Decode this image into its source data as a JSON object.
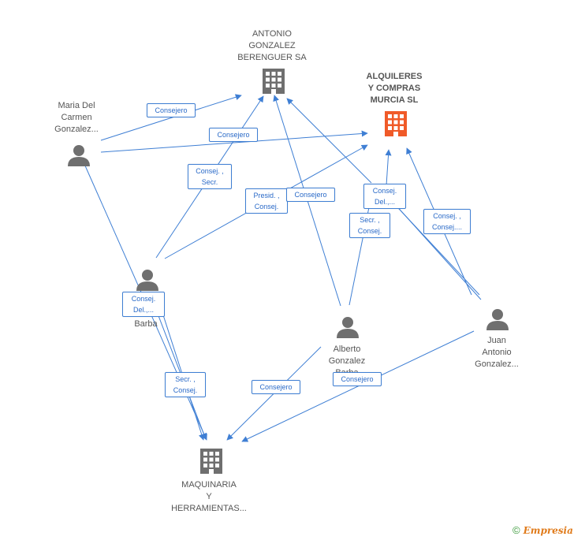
{
  "colors": {
    "edge": "#3f7fd4",
    "building": "#6f6f6f",
    "focus_building": "#f05a28",
    "person": "#6f6f6f"
  },
  "nodes": {
    "antonio_gonzalez_berenguer": {
      "name": "ANTONIO\nGONZALEZ\nBERENGUER SA",
      "icon": "building-icon"
    },
    "alquileres_compras_murcia": {
      "name": "ALQUILERES\nY COMPRAS\nMURCIA SL",
      "icon": "building-icon"
    },
    "maquinaria_herramientas": {
      "name": "MAQUINARIA\nY\nHERRAMIENTAS...",
      "icon": "building-icon"
    },
    "maria_del_carmen": {
      "name": "Maria Del\nCarmen\nGonzalez...",
      "icon": "person-icon"
    },
    "barba_person": {
      "name": "Barba",
      "icon": "person-icon"
    },
    "alberto_gonzalez": {
      "name": "Alberto\nGonzalez\nBarba",
      "icon": "person-icon"
    },
    "juan_antonio": {
      "name": "Juan\nAntonio\nGonzalez...",
      "icon": "person-icon"
    }
  },
  "edges": [
    {
      "label": "Consejero"
    },
    {
      "label": "Consejero"
    },
    {
      "label": "Consej. ,\nSecr."
    },
    {
      "label": "Presid. ,\nConsej."
    },
    {
      "label": "Consejero"
    },
    {
      "label": "Consej.\nDel.,..."
    },
    {
      "label": "Secr. ,\nConsej."
    },
    {
      "label": "Consej. ,\nConsej...."
    },
    {
      "label": "Consej.\nDel.,..."
    },
    {
      "label": "Secr. ,\nConsej."
    },
    {
      "label": "Consejero"
    },
    {
      "label": "Consejero"
    }
  ],
  "watermark": {
    "copyright": "©",
    "brand": "Empresia"
  }
}
